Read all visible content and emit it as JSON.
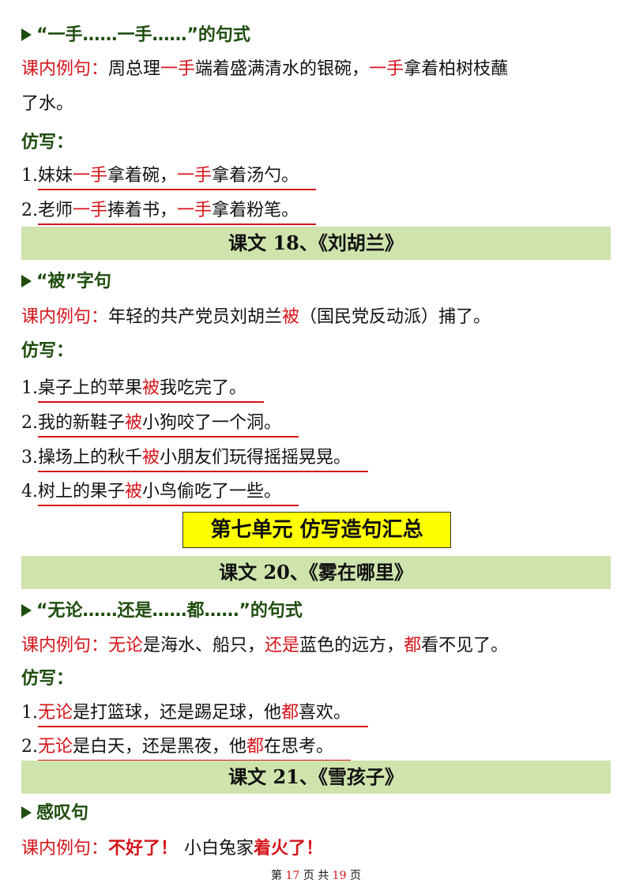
{
  "s1": {
    "title": "“一手……一手……”的句式",
    "ex_label": "课内例句：",
    "ex_a": "周总理",
    "ex_b": "一手",
    "ex_c": "端着盛满清水的银碗，",
    "ex_d": "一手",
    "ex_e": "拿着柏树枝蘸",
    "ex_cont": "了水。",
    "practice": "仿写：",
    "items": [
      {
        "n": "1.",
        "a": "妹妹",
        "b": "一手",
        "c": "拿着碗，",
        "d": "一手",
        "e": "拿着汤勺。"
      },
      {
        "n": "2.",
        "a": "老师",
        "b": "一手",
        "c": "捧着书，",
        "d": "一手",
        "e": "拿着粉笔。"
      }
    ]
  },
  "band18": "课文 18、《刘胡兰》",
  "s2": {
    "title": "“被”字句",
    "ex_label": "课内例句：",
    "ex_a": "年轻的共产党员刘胡兰",
    "ex_b": "被",
    "ex_c": "（国民党反动派）捕了。",
    "practice": "仿写：",
    "items": [
      {
        "n": "1.",
        "a": "桌子上的苹果",
        "b": "被",
        "c": "我吃完了。"
      },
      {
        "n": "2.",
        "a": "我的新鞋子",
        "b": "被",
        "c": "小狗咬了一个洞。"
      },
      {
        "n": "3.",
        "a": "操场上的秋千",
        "b": "被",
        "c": "小朋友们玩得摇摇晃晃。"
      },
      {
        "n": "4.",
        "a": "树上的果子",
        "b": "被",
        "c": "小鸟偷吃了一些。"
      }
    ]
  },
  "unit": "第七单元  仿写造句汇总",
  "band20": "课文 20、《雾在哪里》",
  "s3": {
    "title": "“无论……还是……都……”的句式",
    "ex_label": "课内例句：",
    "ex_a": "无论",
    "ex_b": "是海水、船只，",
    "ex_c": "还是",
    "ex_d": "蓝色的远方，",
    "ex_e": "都",
    "ex_f": "看不见了。",
    "practice": "仿写：",
    "items": [
      {
        "n": "1.",
        "a": "无论",
        "b": "是打篮球，还是踢足球，他",
        "c": "都",
        "d": "喜欢。"
      },
      {
        "n": "2.",
        "a": "无论",
        "b": "是白天，还是黑夜，他",
        "c": "都",
        "d": "在思考。"
      }
    ]
  },
  "band21": "课文 21、《雪孩子》",
  "s4": {
    "title": "感叹句",
    "ex_label": "课内例句：",
    "ex_a": "不好了！",
    "ex_b": "小白兔家",
    "ex_c": "着火了！"
  },
  "footer": {
    "a": "第 ",
    "cur": "17",
    "b": " 页 共 ",
    "total": "19",
    "c": " 页"
  }
}
